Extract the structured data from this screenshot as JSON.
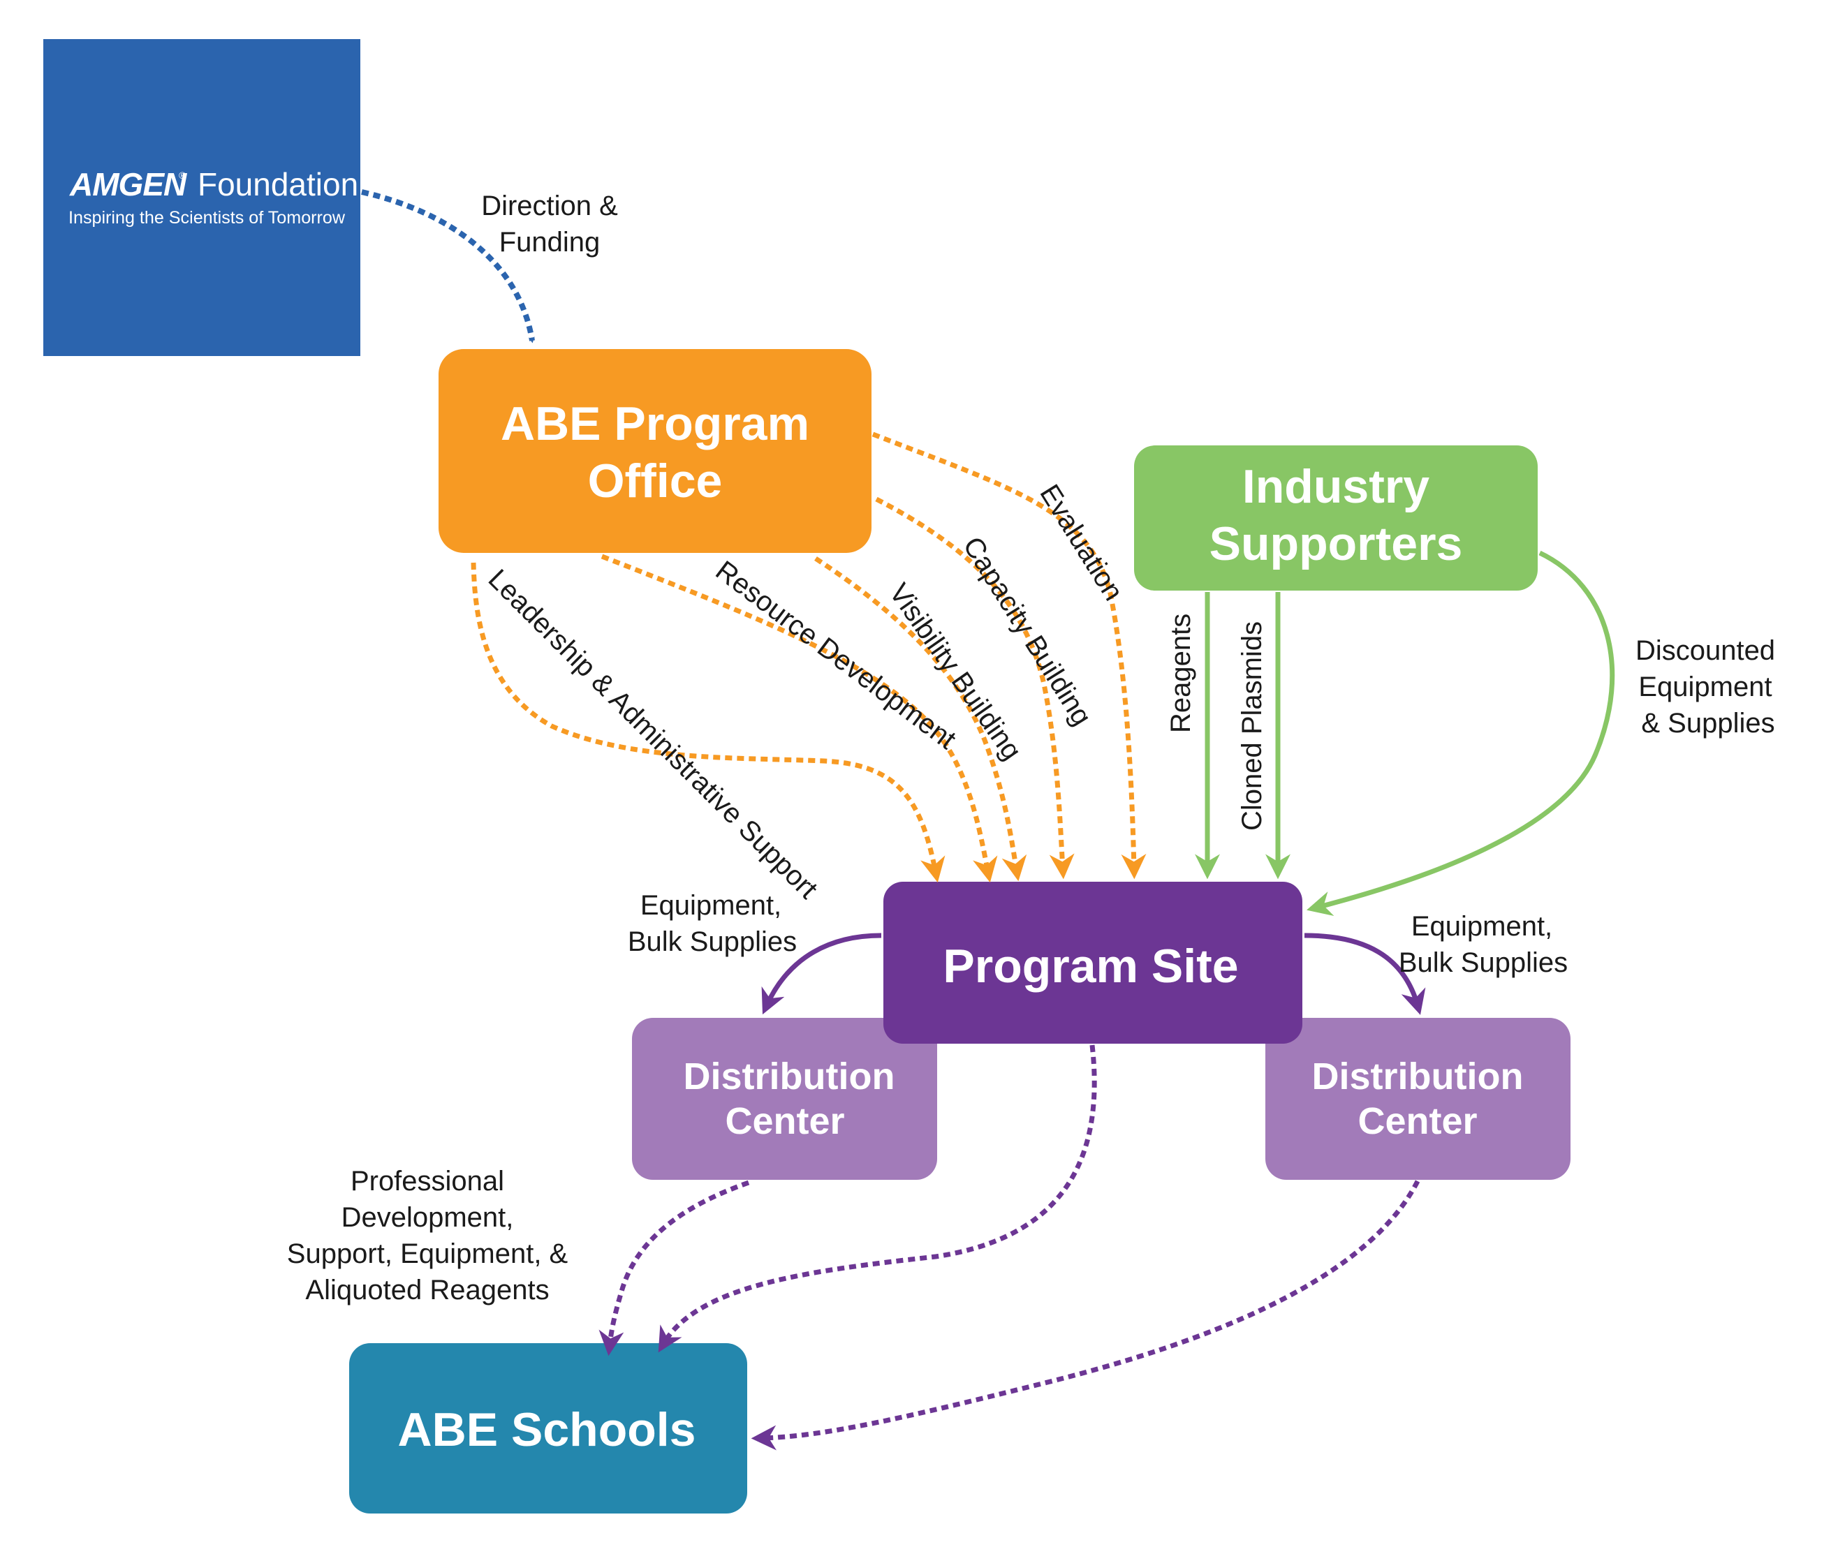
{
  "colors": {
    "amgen_blue": "#2b64ae",
    "abe_orange": "#f79a23",
    "industry_green": "#88c665",
    "program_purple": "#6c3694",
    "distribution_purple": "#a27bb9",
    "schools_teal": "#2487ad"
  },
  "amgen": {
    "wordmark": "AMGEN",
    "registered": "®",
    "foundation": "Foundation",
    "tagline": "Inspiring the Scientists of Tomorrow"
  },
  "nodes": {
    "abe_office": {
      "line1": "ABE Program",
      "line2": "Office"
    },
    "industry": {
      "line1": "Industry",
      "line2": "Supporters"
    },
    "program_site": {
      "title": "Program Site"
    },
    "dist_left": {
      "line1": "Distribution",
      "line2": "Center"
    },
    "dist_right": {
      "line1": "Distribution",
      "line2": "Center"
    },
    "schools": {
      "title": "ABE Schools"
    }
  },
  "edge_labels": {
    "direction_funding": {
      "line1": "Direction &",
      "line2": "Funding"
    },
    "evaluation": "Evaluation",
    "capacity_building": "Capacity Building",
    "visibility_building": "Visibility Building",
    "resource_development": "Resource Development",
    "leadership_support": "Leadership & Administrative Support",
    "reagents": "Reagents",
    "cloned_plasmids": "Cloned Plasmids",
    "discounted": {
      "line1": "Discounted",
      "line2": "Equipment",
      "line3": "& Supplies"
    },
    "equip_left": {
      "line1": "Equipment,",
      "line2": "Bulk Supplies"
    },
    "equip_right": {
      "line1": "Equipment,",
      "line2": "Bulk Supplies"
    },
    "professional": {
      "line1": "Professional",
      "line2": "Development,",
      "line3": "Support, Equipment, &",
      "line4": "Aliquoted Reagents"
    }
  }
}
